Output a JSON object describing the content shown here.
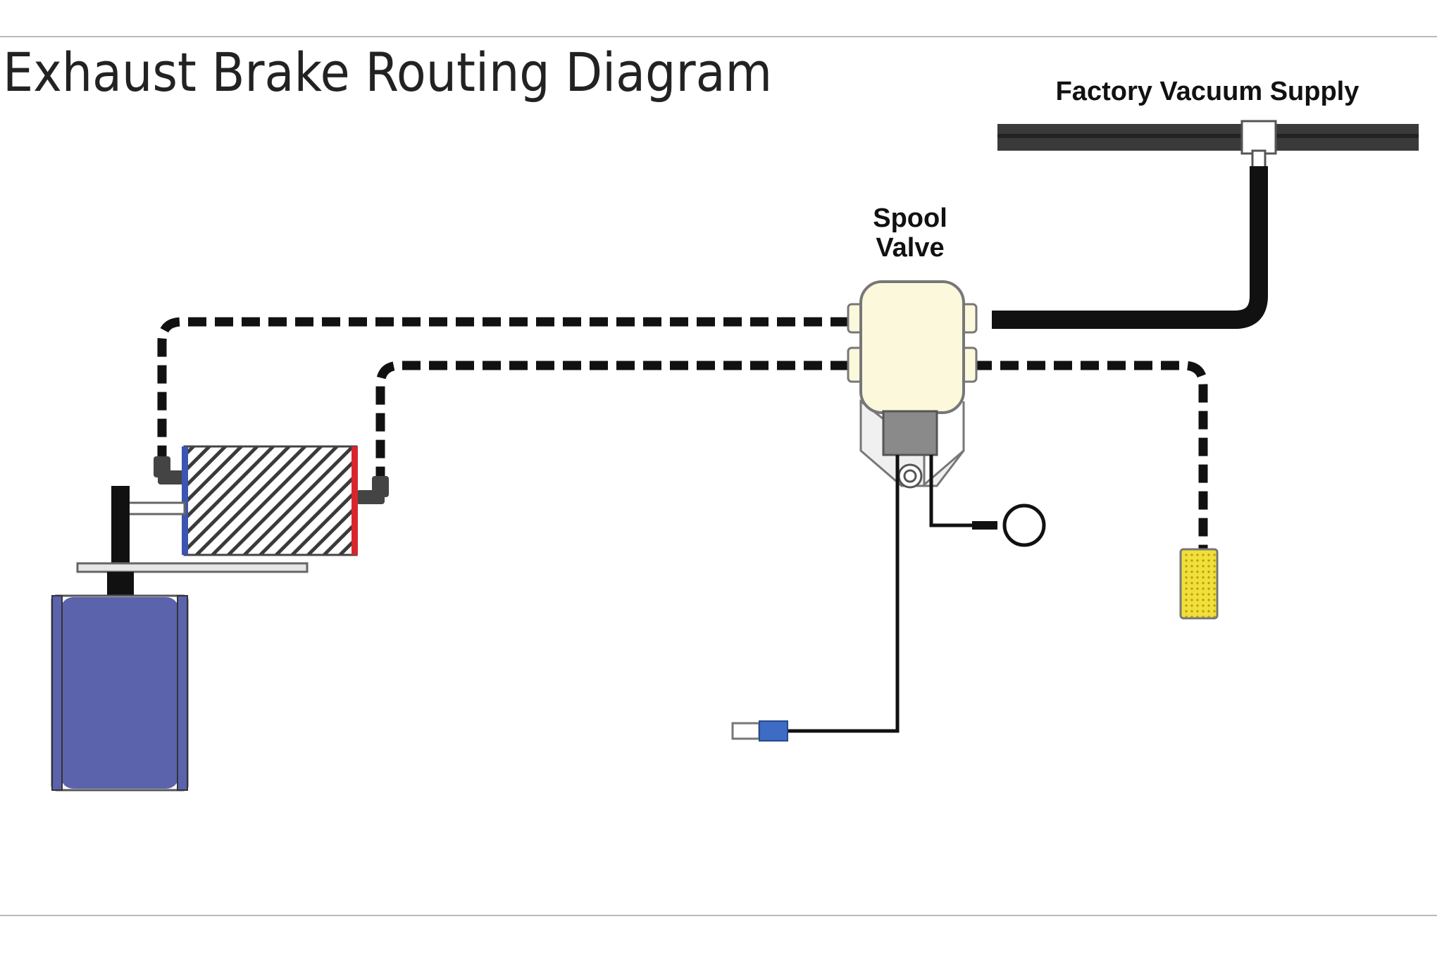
{
  "title": "Exhaust Brake Routing Diagram",
  "labels": {
    "factory_vacuum_supply": "Factory Vacuum Supply",
    "spool_valve_line1": "Spool",
    "spool_valve_line2": "Valve"
  },
  "colors": {
    "hose": "#111111",
    "spool_valve_body": "#fcf8dc",
    "solenoid": "#8a8a8a",
    "actuator_hatch_left_cap": "#3b55b0",
    "actuator_hatch_right_cap": "#d8262d",
    "brake_housing": "#5b63ac",
    "filter": "#f1df3a",
    "connector": "#3d6cc4"
  }
}
